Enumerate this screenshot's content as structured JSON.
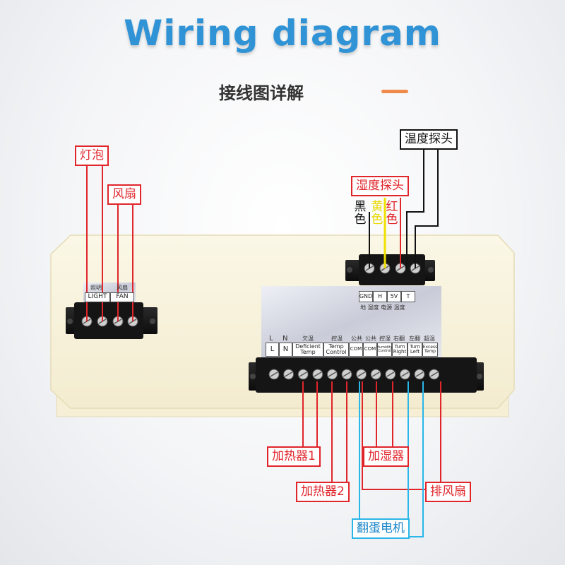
{
  "header": {
    "title": "Wiring diagram",
    "subtitle": "接线图详解"
  },
  "callouts": {
    "light_bulb": "灯泡",
    "fan": "风扇",
    "temp_probe": "温度探头",
    "humidity_probe": "湿度探头",
    "heater1": "加热器1",
    "heater2": "加热器2",
    "humidifier": "加湿器",
    "exhaust_fan": "排风扇",
    "egg_turner": "翻蛋电机"
  },
  "wire_colors": {
    "black": "黑色",
    "yellow": "黄色",
    "red": "红色"
  },
  "left_terminal": {
    "top_cn": [
      "照明",
      "风扇"
    ],
    "labels": [
      "LIGHT",
      "FAN"
    ]
  },
  "probe_panel": {
    "cells": [
      "GND",
      "H",
      "5V",
      "T"
    ],
    "bottom_cn": "地  湿度 电源 温度"
  },
  "main_panel": {
    "top_cn": [
      "欠温",
      "控温",
      "公共",
      "公共",
      "控湿",
      "右翻",
      "左翻",
      "超温"
    ],
    "letters": [
      "L",
      "N"
    ],
    "cells": [
      "L",
      "N",
      "Deficient Temp",
      "Temp Control",
      "COM",
      "COM",
      "Humidity Control",
      "Turn Right",
      "Turn Left",
      "Excess Temp"
    ]
  },
  "colors": {
    "title": "#2f93d6",
    "red_wire": "#e0252b",
    "blue_wire": "#29b6e8",
    "yellow_wire": "#f0e000",
    "accent_dash": "#f08a4b"
  }
}
